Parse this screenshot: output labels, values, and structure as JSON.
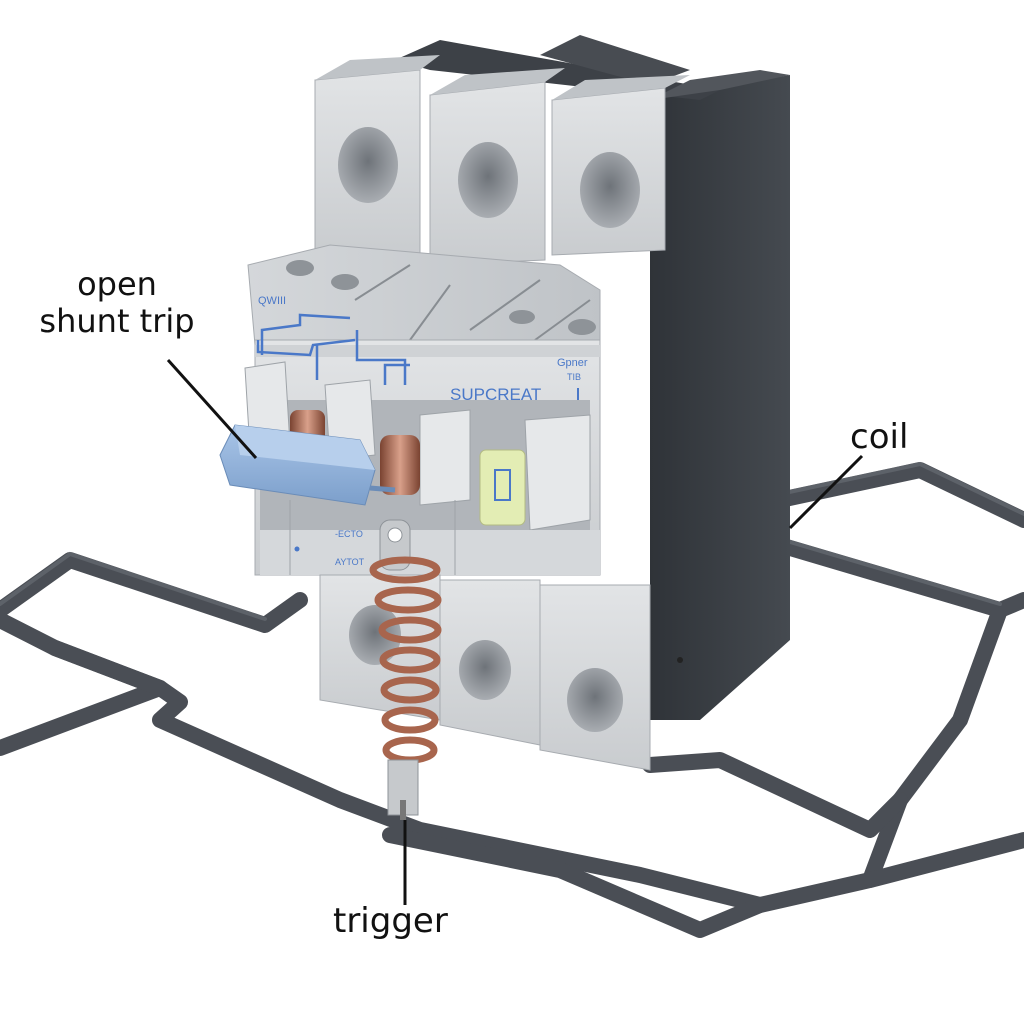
{
  "diagram": {
    "subject": "3-pole circuit breaker with shunt trip mechanism",
    "background": "#ffffff",
    "colors": {
      "housing_light": "#d9dcdf",
      "housing_mid": "#c3c7cb",
      "housing_shadow": "#9ea3a8",
      "housing_dark": "#3b3f45",
      "shunt_trip_blue": "#8fb2dc",
      "coil_copper": "#b0705a",
      "cable": "#4a4e55",
      "inscription_blue": "#4a78c8",
      "label_text": "#111111",
      "indicator_window": "#e3edb4"
    },
    "callouts": {
      "open_shunt_trip": {
        "line1": "open",
        "line2": "shunt trip"
      },
      "coil": "coil",
      "trigger": "trigger"
    },
    "inscriptions": {
      "brand": "SUPCREAT",
      "top_left": "QWIII",
      "top_right": "Gpner",
      "top_right_sub": "TIB"
    },
    "poles": 3
  }
}
